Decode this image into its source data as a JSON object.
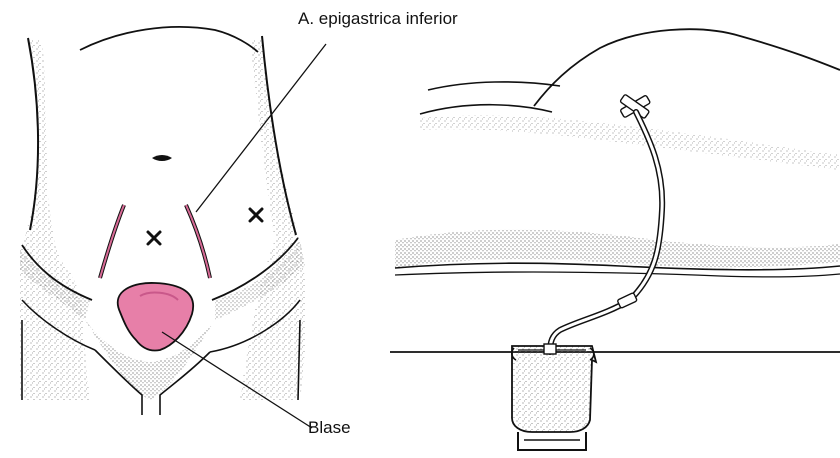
{
  "labels": {
    "artery": "A. epigastrica inferior",
    "bladder": "Blase"
  },
  "colors": {
    "ink": "#111111",
    "bladder_fill": "#e77fa8",
    "vessel": "#d86a96",
    "stipple": "#444444"
  },
  "icons": {
    "puncture_marks": "x-mark",
    "drainage_bag": "urine-bag-icon"
  }
}
